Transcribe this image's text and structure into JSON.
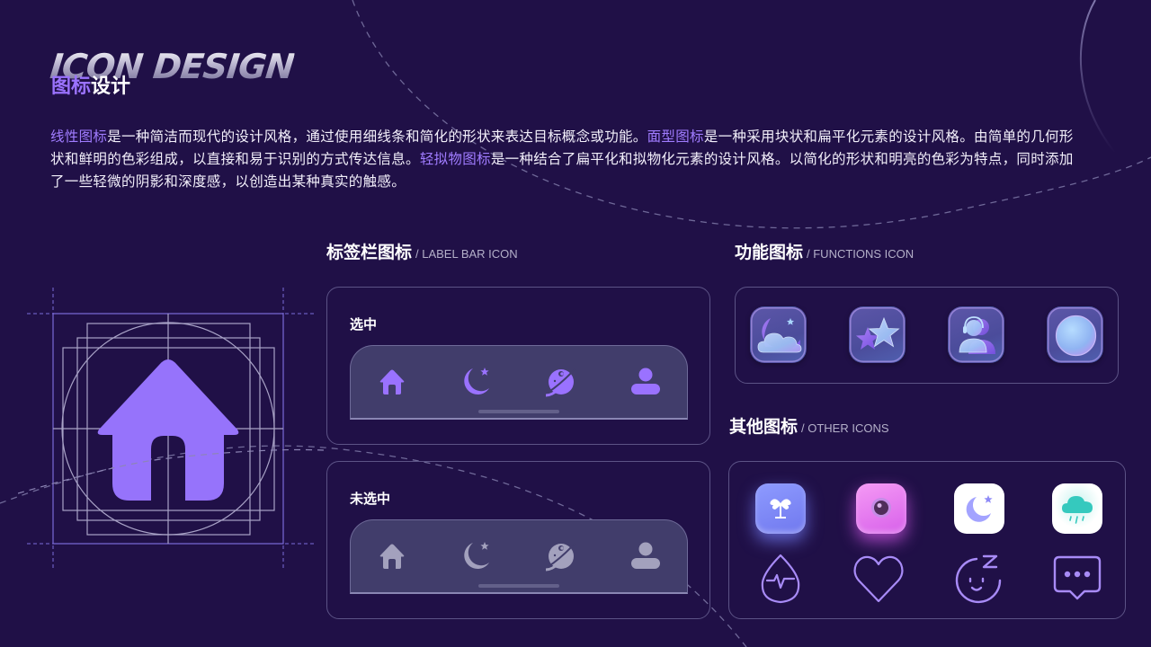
{
  "header": {
    "title_en": "ICON DESIGN",
    "title_cn_highlight": "图标",
    "title_cn_rest": "设计"
  },
  "intro": {
    "segments": [
      {
        "text": "线性图标",
        "highlight": true
      },
      {
        "text": "是一种简洁而现代的设计风格，通过使用细线条和简化的形状来表达目标概念或功能。",
        "highlight": false
      },
      {
        "text": "面型图标",
        "highlight": true
      },
      {
        "text": "是一种采用块状和扁平化元素的设计风格。由简单的几何形状和鲜明的色彩组成，以直接和易于识别的方式传达信息。",
        "highlight": false
      },
      {
        "text": "轻拟物图标",
        "highlight": true
      },
      {
        "text": "是一种结合了扁平化和拟物化元素的设计风格。以简化的形状和明亮的色彩为特点，同时添加了一些轻微的阴影和深度感，以创造出某种真实的触感。",
        "highlight": false
      }
    ]
  },
  "label_bar": {
    "title": "标签栏图标",
    "subtitle": "/ LABEL BAR ICON",
    "selected": {
      "label": "选中",
      "color": "#9a72ff",
      "icons": [
        "home-icon",
        "moon-star-icon",
        "planet-icon",
        "user-icon"
      ]
    },
    "unselected": {
      "label": "未选中",
      "color": "#a3a1bd",
      "icons": [
        "home-icon",
        "moon-star-icon",
        "planet-icon",
        "user-icon"
      ]
    }
  },
  "functions": {
    "title": "功能图标",
    "subtitle": "/ FUNCTIONS ICON",
    "icons": [
      "moon-cloud-icon",
      "stars-icon",
      "customer-service-icon",
      "circle-icon"
    ]
  },
  "others": {
    "title": "其他图标",
    "subtitle": "/ OTHER ICONS",
    "row1": [
      "palm-tree-icon",
      "camera-lens-icon",
      "night-moon-icon",
      "rain-cloud-icon"
    ],
    "row2": [
      "water-drop-pulse-icon",
      "heart-icon",
      "sleep-face-icon",
      "chat-bubble-icon"
    ],
    "colors": {
      "palm_bg": "#7b86f5",
      "lens_bg": "#e97cf0",
      "moon": "#9d9cff",
      "rain": "#35c9be",
      "line": "#a88bf7"
    }
  },
  "showcase": {
    "icon": "home-grid-icon",
    "fill": "#9673fb"
  }
}
